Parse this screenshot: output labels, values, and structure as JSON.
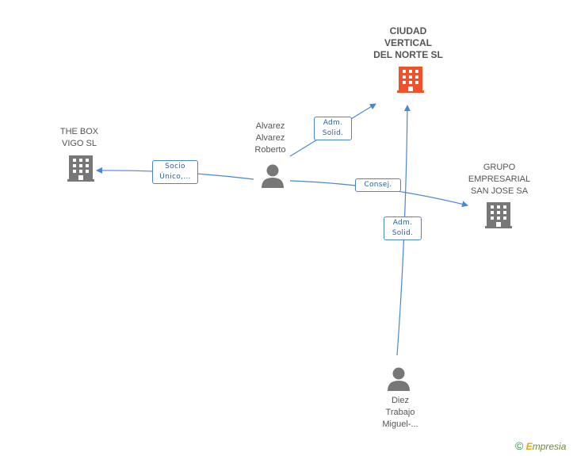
{
  "colors": {
    "edge": "#4a86d8",
    "building_main": "#f0502a",
    "building": "#777777",
    "person": "#777777"
  },
  "nodes": {
    "ciudad_vertical": {
      "label": "CIUDAD\nVERTICAL\nDEL NORTE SL",
      "icon": "building-icon",
      "highlight": true
    },
    "the_box": {
      "label": "THE BOX\nVIGO SL",
      "icon": "building-icon"
    },
    "grupo_empresarial": {
      "label": "GRUPO\nEMPRESARIAL\nSAN JOSE SA",
      "icon": "building-icon"
    },
    "alvarez": {
      "label": "Alvarez\nAlvarez\nRoberto",
      "icon": "person-icon"
    },
    "diez": {
      "label": "Diez\nTrabajo\nMiguel-...",
      "icon": "person-icon"
    }
  },
  "edges": {
    "alvarez_to_ciudad": {
      "label": "Adm.\nSolid."
    },
    "alvarez_to_thebox": {
      "label": "Socio\nÚnico,..."
    },
    "alvarez_to_grupo": {
      "label": "Consej."
    },
    "diez_to_ciudad": {
      "label": "Adm.\nSolid."
    }
  },
  "footer": {
    "copyright": "©",
    "brand_first": "E",
    "brand_rest": "mpresia"
  }
}
